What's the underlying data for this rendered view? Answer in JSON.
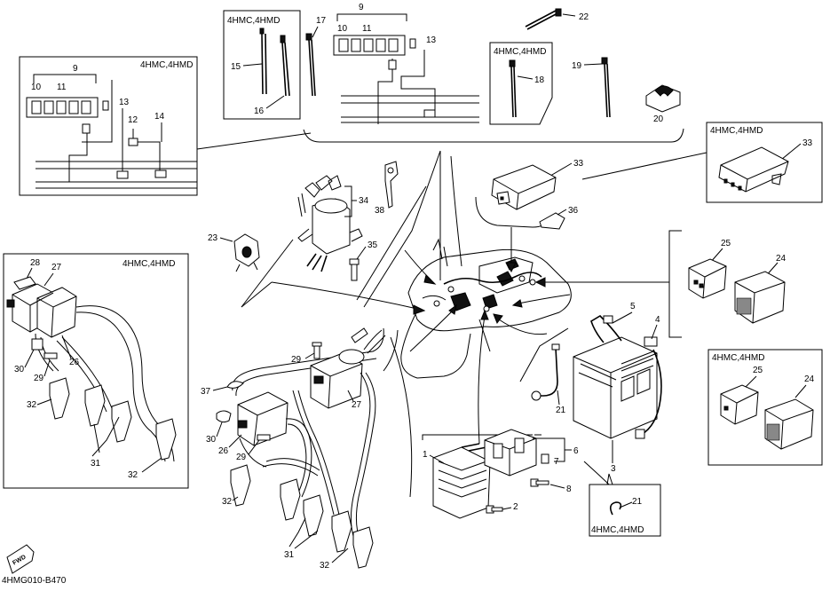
{
  "variant_label": "4HMC,4HMD",
  "drawing_code": "4HMG010-B470",
  "fwd_label": "FWD",
  "numbers": {
    "n1": "1",
    "n2": "2",
    "n3": "3",
    "n4": "4",
    "n5": "5",
    "n6": "6",
    "n7": "7",
    "n8": "8",
    "n9": "9",
    "n10": "10",
    "n11": "11",
    "n12": "12",
    "n13": "13",
    "n14": "14",
    "n15": "15",
    "n16": "16",
    "n17": "17",
    "n18": "18",
    "n19": "19",
    "n20": "20",
    "n21": "21",
    "n22": "22",
    "n23": "23",
    "n24": "24",
    "n25": "25",
    "n26": "26",
    "n27": "27",
    "n28": "28",
    "n29": "29",
    "n30": "30",
    "n31": "31",
    "n32": "32",
    "n33": "33",
    "n34": "34",
    "n35": "35",
    "n36": "36",
    "n37": "37",
    "n38": "38"
  }
}
